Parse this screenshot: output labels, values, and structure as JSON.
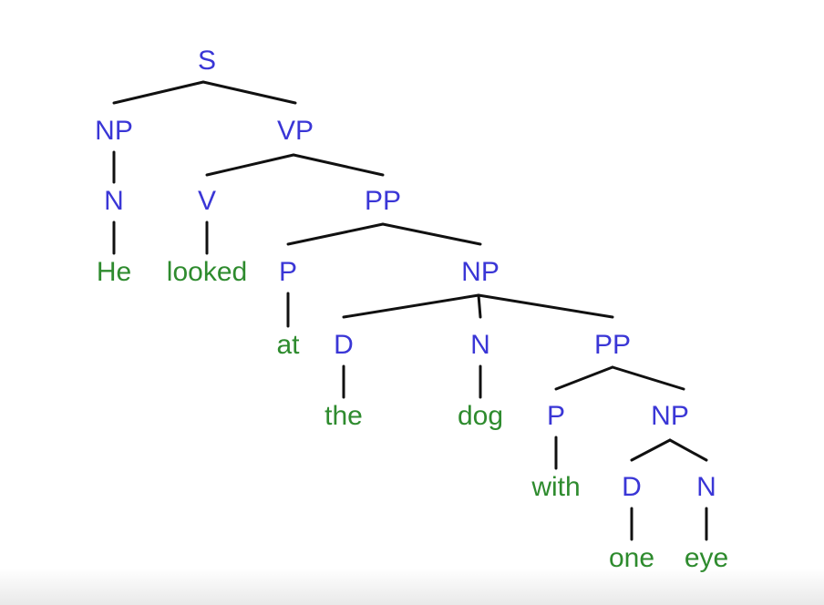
{
  "colors": {
    "category": "#3a36d6",
    "word": "#2e8b2e",
    "edge": "#111111"
  },
  "tree": {
    "nodes": [
      {
        "id": "s",
        "label": "S",
        "kind": "category"
      },
      {
        "id": "np1",
        "label": "NP",
        "kind": "category"
      },
      {
        "id": "vp",
        "label": "VP",
        "kind": "category"
      },
      {
        "id": "n1",
        "label": "N",
        "kind": "category"
      },
      {
        "id": "he",
        "label": "He",
        "kind": "word"
      },
      {
        "id": "v",
        "label": "V",
        "kind": "category"
      },
      {
        "id": "looked",
        "label": "looked",
        "kind": "word"
      },
      {
        "id": "pp1",
        "label": "PP",
        "kind": "category"
      },
      {
        "id": "p1",
        "label": "P",
        "kind": "category"
      },
      {
        "id": "at",
        "label": "at",
        "kind": "word"
      },
      {
        "id": "np2",
        "label": "NP",
        "kind": "category"
      },
      {
        "id": "d1",
        "label": "D",
        "kind": "category"
      },
      {
        "id": "the",
        "label": "the",
        "kind": "word"
      },
      {
        "id": "n2",
        "label": "N",
        "kind": "category"
      },
      {
        "id": "dog",
        "label": "dog",
        "kind": "word"
      },
      {
        "id": "pp2",
        "label": "PP",
        "kind": "category"
      },
      {
        "id": "p2",
        "label": "P",
        "kind": "category"
      },
      {
        "id": "with",
        "label": "with",
        "kind": "word"
      },
      {
        "id": "np3",
        "label": "NP",
        "kind": "category"
      },
      {
        "id": "d2",
        "label": "D",
        "kind": "category"
      },
      {
        "id": "one",
        "label": "one",
        "kind": "word"
      },
      {
        "id": "n3",
        "label": "N",
        "kind": "category"
      },
      {
        "id": "eye",
        "label": "eye",
        "kind": "word"
      }
    ],
    "edges": [
      [
        "s",
        "np1"
      ],
      [
        "s",
        "vp"
      ],
      [
        "np1",
        "n1"
      ],
      [
        "n1",
        "he"
      ],
      [
        "vp",
        "v"
      ],
      [
        "vp",
        "pp1"
      ],
      [
        "v",
        "looked"
      ],
      [
        "pp1",
        "p1"
      ],
      [
        "pp1",
        "np2"
      ],
      [
        "p1",
        "at"
      ],
      [
        "np2",
        "d1"
      ],
      [
        "np2",
        "n2"
      ],
      [
        "np2",
        "pp2"
      ],
      [
        "d1",
        "the"
      ],
      [
        "n2",
        "dog"
      ],
      [
        "pp2",
        "p2"
      ],
      [
        "pp2",
        "np3"
      ],
      [
        "p2",
        "with"
      ],
      [
        "np3",
        "d2"
      ],
      [
        "np3",
        "n3"
      ],
      [
        "d2",
        "one"
      ],
      [
        "n3",
        "eye"
      ]
    ]
  }
}
